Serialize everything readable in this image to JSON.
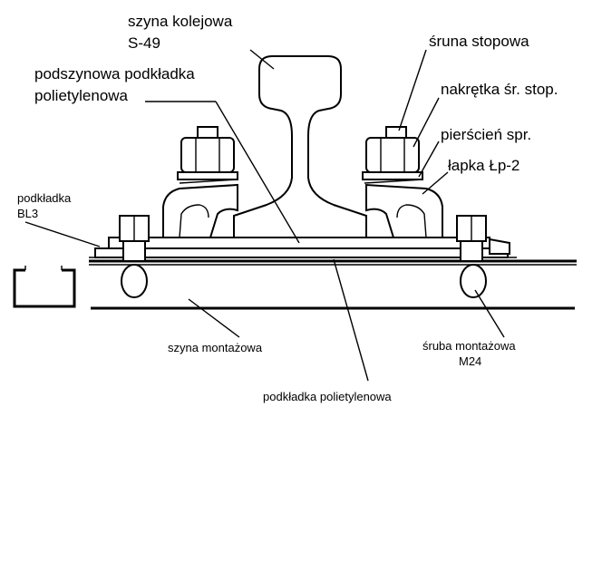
{
  "labels": {
    "rail_line1": "szyna kolejowa",
    "rail_line2": "S-49",
    "stud_bolt": "śruna stopowa",
    "stud_nut": "nakrętka śr. stop.",
    "spring_ring": "pierścień spr.",
    "clip": "łapka Łp-2",
    "under_rail_pad_line1": "podszynowa podkładka",
    "under_rail_pad_line2": "polietylenowa",
    "bl3_pad_line1": "podkładka",
    "bl3_pad_line2": "BL3",
    "mounting_rail": "szyna montażowa",
    "mounting_bolt_line1": "śruba montażowa",
    "mounting_bolt_line2": "M24",
    "poly_pad": "podkładka polietylenowa"
  }
}
